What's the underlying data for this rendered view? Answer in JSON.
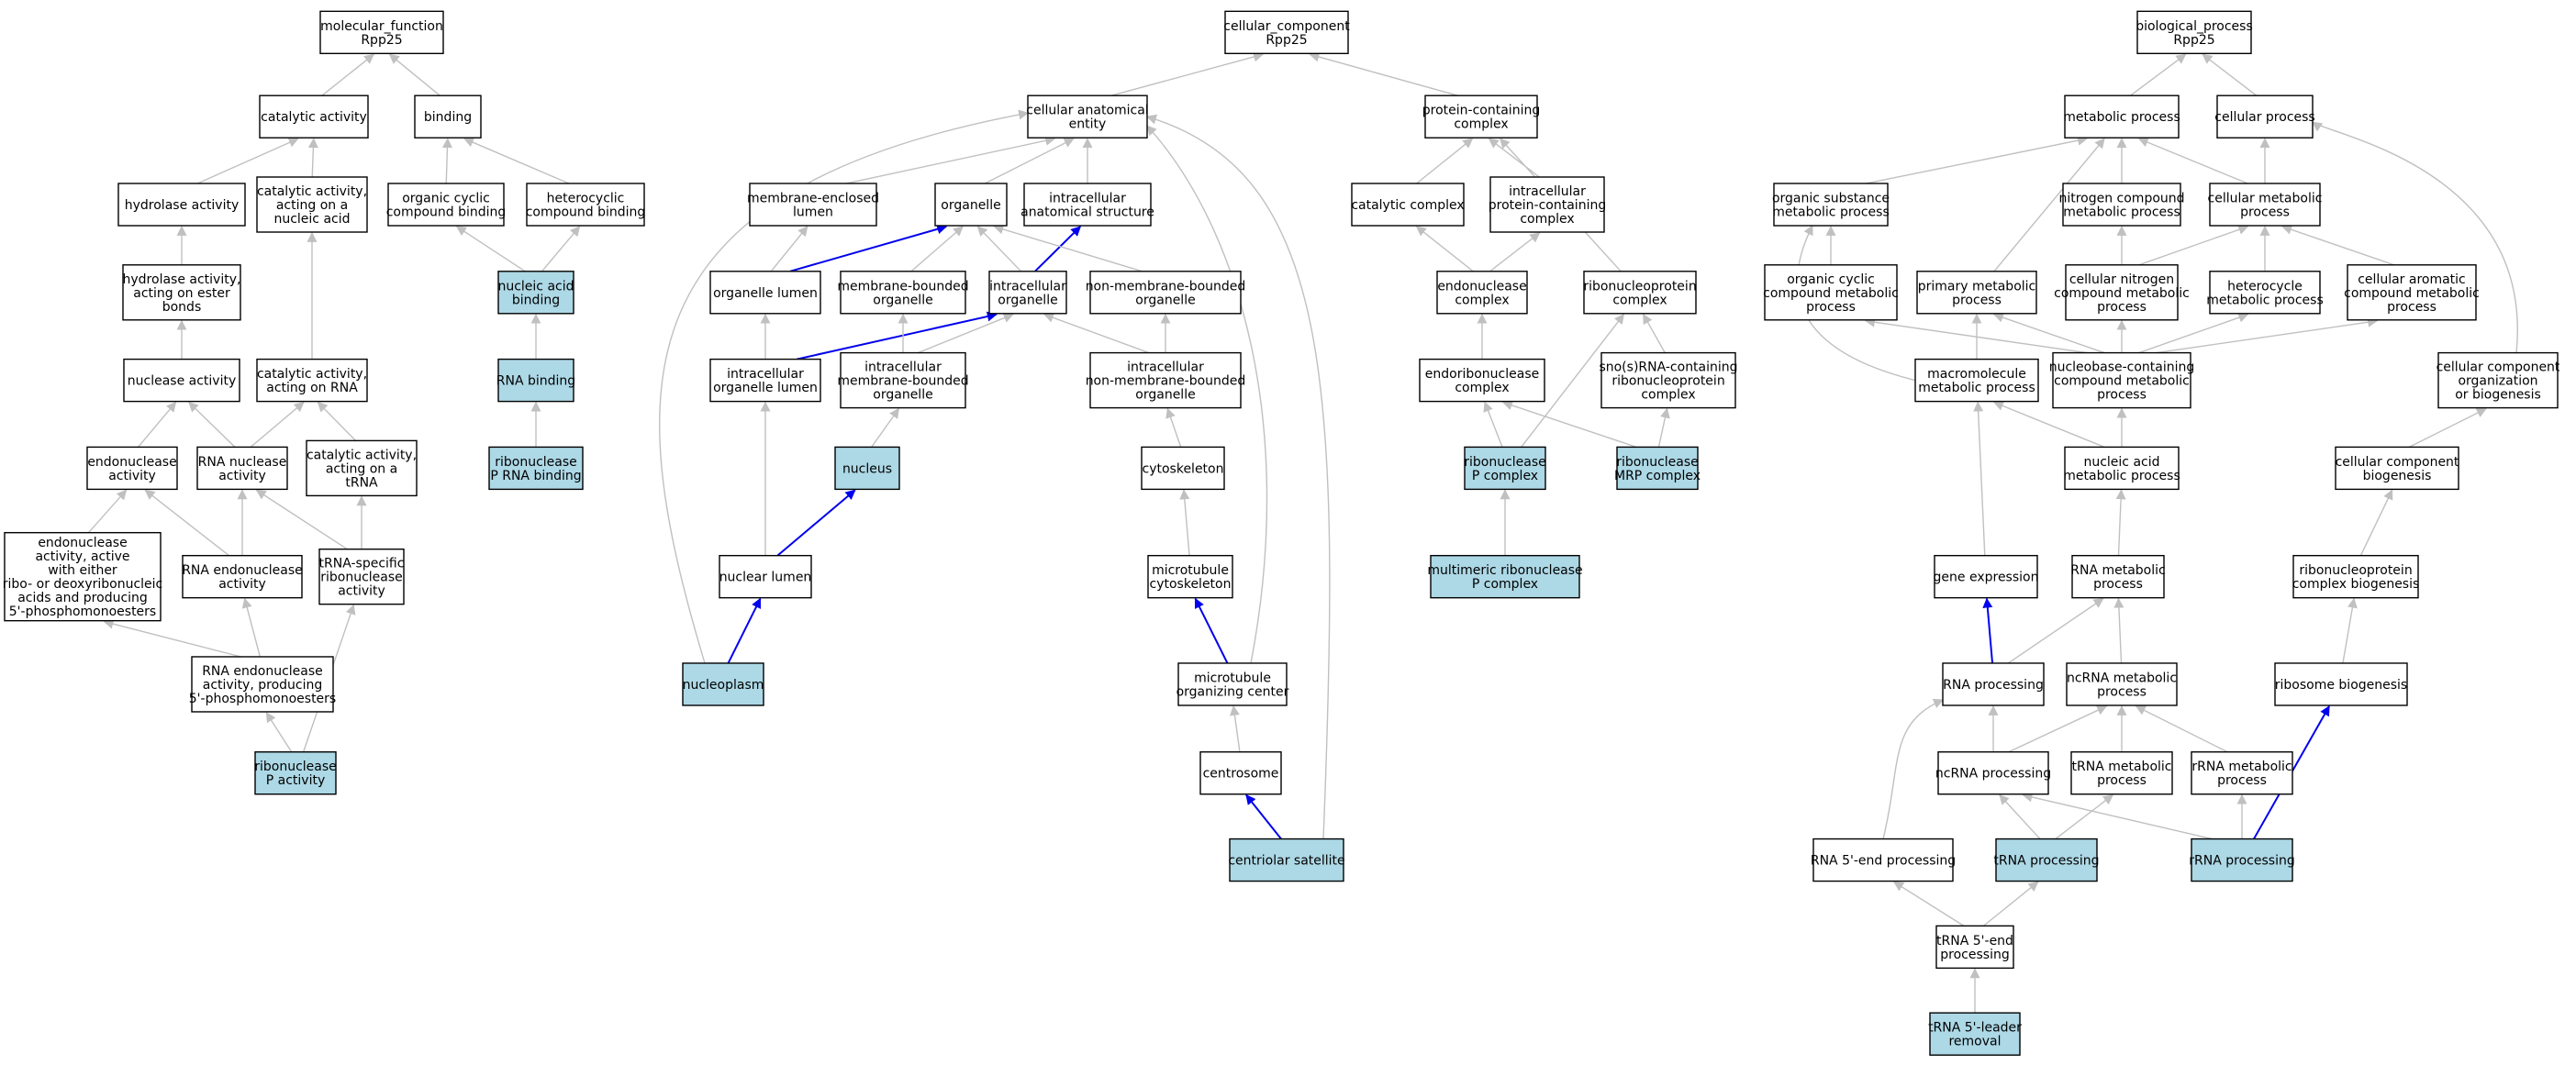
{
  "colors": {
    "node_fill": "#ffffff",
    "highlight_fill": "#add8e6",
    "edge_gray": "#c0c0c0",
    "edge_blue": "#0000ee",
    "node_border": "#000000"
  },
  "nodes": [
    {
      "id": "mf_root",
      "lines": [
        "molecular_function",
        "Rpp25"
      ]
    },
    {
      "id": "catalytic",
      "lines": [
        "catalytic activity"
      ]
    },
    {
      "id": "binding",
      "lines": [
        "binding"
      ]
    },
    {
      "id": "hydrolase",
      "lines": [
        "hydrolase activity"
      ]
    },
    {
      "id": "cat_nucleic",
      "lines": [
        "catalytic activity,",
        "acting on a",
        "nucleic acid"
      ]
    },
    {
      "id": "organic_cyclic_binding",
      "lines": [
        "organic cyclic",
        "compound binding"
      ]
    },
    {
      "id": "heterocyclic_binding",
      "lines": [
        "heterocyclic",
        "compound binding"
      ]
    },
    {
      "id": "hydrolase_ester",
      "lines": [
        "hydrolase activity,",
        "acting on ester",
        "bonds"
      ]
    },
    {
      "id": "nucleic_acid_binding",
      "lines": [
        "nucleic acid",
        "binding"
      ],
      "hl": true
    },
    {
      "id": "nuclease",
      "lines": [
        "nuclease activity"
      ]
    },
    {
      "id": "cat_rna",
      "lines": [
        "catalytic activity,",
        "acting on RNA"
      ]
    },
    {
      "id": "rna_binding",
      "lines": [
        "RNA binding"
      ],
      "hl": true
    },
    {
      "id": "endonuclease",
      "lines": [
        "endonuclease",
        "activity"
      ]
    },
    {
      "id": "rna_nuclease",
      "lines": [
        "RNA nuclease",
        "activity"
      ]
    },
    {
      "id": "cat_trna",
      "lines": [
        "catalytic activity,",
        "acting on a",
        "tRNA"
      ]
    },
    {
      "id": "rnasep_rna_binding",
      "lines": [
        "ribonuclease",
        "P RNA binding"
      ],
      "hl": true
    },
    {
      "id": "endo_either",
      "lines": [
        "endonuclease",
        "activity, active",
        "with either",
        "ribo- or deoxyribonucleic",
        "acids and producing",
        "5'-phosphomonoesters"
      ]
    },
    {
      "id": "rna_endonuclease",
      "lines": [
        "RNA endonuclease",
        "activity"
      ]
    },
    {
      "id": "trna_specific",
      "lines": [
        "tRNA-specific",
        "ribonuclease",
        "activity"
      ]
    },
    {
      "id": "rna_endo_5p",
      "lines": [
        "RNA endonuclease",
        "activity, producing",
        "5'-phosphomonoesters"
      ]
    },
    {
      "id": "rnasep_activity",
      "lines": [
        "ribonuclease",
        "P activity"
      ],
      "hl": true
    },
    {
      "id": "cc_root",
      "lines": [
        "cellular_component",
        "Rpp25"
      ]
    },
    {
      "id": "cae",
      "lines": [
        "cellular anatomical",
        "entity"
      ]
    },
    {
      "id": "protein_complex",
      "lines": [
        "protein-containing",
        "complex"
      ]
    },
    {
      "id": "mem_lumen",
      "lines": [
        "membrane-enclosed",
        "lumen"
      ]
    },
    {
      "id": "organelle",
      "lines": [
        "organelle"
      ]
    },
    {
      "id": "intra_anat",
      "lines": [
        "intracellular",
        "anatomical structure"
      ]
    },
    {
      "id": "catalytic_complex",
      "lines": [
        "catalytic complex"
      ]
    },
    {
      "id": "intra_protein_complex",
      "lines": [
        "intracellular",
        "protein-containing",
        "complex"
      ]
    },
    {
      "id": "organelle_lumen",
      "lines": [
        "organelle lumen"
      ]
    },
    {
      "id": "mem_bound_org",
      "lines": [
        "membrane-bounded",
        "organelle"
      ]
    },
    {
      "id": "intra_organelle",
      "lines": [
        "intracellular",
        "organelle"
      ]
    },
    {
      "id": "non_mem_org",
      "lines": [
        "non-membrane-bounded",
        "organelle"
      ]
    },
    {
      "id": "endonuclease_complex",
      "lines": [
        "endonuclease",
        "complex"
      ]
    },
    {
      "id": "rnp_complex",
      "lines": [
        "ribonucleoprotein",
        "complex"
      ]
    },
    {
      "id": "intra_org_lumen",
      "lines": [
        "intracellular",
        "organelle lumen"
      ]
    },
    {
      "id": "intra_mem_org",
      "lines": [
        "intracellular",
        "membrane-bounded",
        "organelle"
      ]
    },
    {
      "id": "intra_non_mem_org",
      "lines": [
        "intracellular",
        "non-membrane-bounded",
        "organelle"
      ]
    },
    {
      "id": "endoribonuclease_complex",
      "lines": [
        "endoribonuclease",
        "complex"
      ]
    },
    {
      "id": "snosrna_complex",
      "lines": [
        "sno(s)RNA-containing",
        "ribonucleoprotein",
        "complex"
      ]
    },
    {
      "id": "nucleus",
      "lines": [
        "nucleus"
      ],
      "hl": true
    },
    {
      "id": "cytoskeleton",
      "lines": [
        "cytoskeleton"
      ]
    },
    {
      "id": "rnasep_complex",
      "lines": [
        "ribonuclease",
        "P complex"
      ],
      "hl": true
    },
    {
      "id": "mrp_complex",
      "lines": [
        "ribonuclease",
        "MRP complex"
      ],
      "hl": true
    },
    {
      "id": "nuclear_lumen",
      "lines": [
        "nuclear lumen"
      ]
    },
    {
      "id": "mt_cytoskeleton",
      "lines": [
        "microtubule",
        "cytoskeleton"
      ]
    },
    {
      "id": "multimeric_rnasep",
      "lines": [
        "multimeric ribonuclease",
        "P complex"
      ],
      "hl": true
    },
    {
      "id": "nucleoplasm",
      "lines": [
        "nucleoplasm"
      ],
      "hl": true
    },
    {
      "id": "mtoc",
      "lines": [
        "microtubule",
        "organizing center"
      ]
    },
    {
      "id": "centrosome",
      "lines": [
        "centrosome"
      ]
    },
    {
      "id": "centriolar_satellite",
      "lines": [
        "centriolar satellite"
      ],
      "hl": true
    },
    {
      "id": "bp_root",
      "lines": [
        "biological_process",
        "Rpp25"
      ]
    },
    {
      "id": "metabolic",
      "lines": [
        "metabolic process"
      ]
    },
    {
      "id": "cellular_process",
      "lines": [
        "cellular process"
      ]
    },
    {
      "id": "organic_subst",
      "lines": [
        "organic substance",
        "metabolic process"
      ]
    },
    {
      "id": "nitrogen_comp",
      "lines": [
        "nitrogen compound",
        "metabolic process"
      ]
    },
    {
      "id": "cellular_metabolic",
      "lines": [
        "cellular metabolic",
        "process"
      ]
    },
    {
      "id": "organic_cyclic_met",
      "lines": [
        "organic cyclic",
        "compound metabolic",
        "process"
      ]
    },
    {
      "id": "primary_met",
      "lines": [
        "primary metabolic",
        "process"
      ]
    },
    {
      "id": "cell_nitrogen",
      "lines": [
        "cellular nitrogen",
        "compound metabolic",
        "process"
      ]
    },
    {
      "id": "heterocycle_met",
      "lines": [
        "heterocycle",
        "metabolic process"
      ]
    },
    {
      "id": "cell_aromatic",
      "lines": [
        "cellular aromatic",
        "compound metabolic",
        "process"
      ]
    },
    {
      "id": "macromolecule_met",
      "lines": [
        "macromolecule",
        "metabolic process"
      ]
    },
    {
      "id": "nucleobase_met",
      "lines": [
        "nucleobase-containing",
        "compound metabolic",
        "process"
      ]
    },
    {
      "id": "cc_org_biogenesis",
      "lines": [
        "cellular component",
        "organization",
        "or biogenesis"
      ]
    },
    {
      "id": "nucleic_acid_met",
      "lines": [
        "nucleic acid",
        "metabolic process"
      ]
    },
    {
      "id": "cc_biogenesis",
      "lines": [
        "cellular component",
        "biogenesis"
      ]
    },
    {
      "id": "gene_expression",
      "lines": [
        "gene expression"
      ]
    },
    {
      "id": "rna_met",
      "lines": [
        "RNA metabolic",
        "process"
      ]
    },
    {
      "id": "rnp_biogenesis",
      "lines": [
        "ribonucleoprotein",
        "complex biogenesis"
      ]
    },
    {
      "id": "rna_processing",
      "lines": [
        "RNA processing"
      ]
    },
    {
      "id": "ncrna_met",
      "lines": [
        "ncRNA metabolic",
        "process"
      ]
    },
    {
      "id": "ribosome_biogenesis",
      "lines": [
        "ribosome biogenesis"
      ]
    },
    {
      "id": "ncrna_processing",
      "lines": [
        "ncRNA processing"
      ]
    },
    {
      "id": "trna_met",
      "lines": [
        "tRNA metabolic",
        "process"
      ]
    },
    {
      "id": "rrna_met",
      "lines": [
        "rRNA metabolic",
        "process"
      ]
    },
    {
      "id": "rna_5end",
      "lines": [
        "RNA 5'-end processing"
      ]
    },
    {
      "id": "trna_processing",
      "lines": [
        "tRNA processing"
      ],
      "hl": true
    },
    {
      "id": "rrna_processing",
      "lines": [
        "rRNA processing"
      ],
      "hl": true
    },
    {
      "id": "trna_5end",
      "lines": [
        "tRNA 5'-end",
        "processing"
      ]
    },
    {
      "id": "trna_leader",
      "lines": [
        "tRNA 5'-leader",
        "removal"
      ],
      "hl": true
    }
  ],
  "edges": [
    [
      "catalytic",
      "mf_root"
    ],
    [
      "binding",
      "mf_root"
    ],
    [
      "hydrolase",
      "catalytic"
    ],
    [
      "cat_nucleic",
      "catalytic"
    ],
    [
      "organic_cyclic_binding",
      "binding"
    ],
    [
      "heterocyclic_binding",
      "binding"
    ],
    [
      "hydrolase_ester",
      "hydrolase"
    ],
    [
      "cat_rna",
      "cat_nucleic"
    ],
    [
      "nucleic_acid_binding",
      "organic_cyclic_binding"
    ],
    [
      "nucleic_acid_binding",
      "heterocyclic_binding"
    ],
    [
      "nuclease",
      "hydrolase_ester"
    ],
    [
      "rna_binding",
      "nucleic_acid_binding"
    ],
    [
      "rnasep_rna_binding",
      "rna_binding"
    ],
    [
      "endonuclease",
      "nuclease"
    ],
    [
      "rna_nuclease",
      "nuclease"
    ],
    [
      "rna_nuclease",
      "cat_rna"
    ],
    [
      "cat_trna",
      "cat_rna"
    ],
    [
      "endo_either",
      "endonuclease"
    ],
    [
      "rna_endonuclease",
      "endonuclease"
    ],
    [
      "rna_endonuclease",
      "rna_nuclease"
    ],
    [
      "trna_specific",
      "rna_nuclease"
    ],
    [
      "trna_specific",
      "cat_trna"
    ],
    [
      "rna_endo_5p",
      "endo_either"
    ],
    [
      "rna_endo_5p",
      "rna_endonuclease"
    ],
    [
      "rnasep_activity",
      "rna_endo_5p"
    ],
    [
      "rnasep_activity",
      "trna_specific"
    ],
    [
      "cae",
      "cc_root"
    ],
    [
      "protein_complex",
      "cc_root"
    ],
    [
      "mem_lumen",
      "cae"
    ],
    [
      "organelle",
      "cae"
    ],
    [
      "intra_anat",
      "cae"
    ],
    [
      "catalytic_complex",
      "protein_complex"
    ],
    [
      "intra_protein_complex",
      "protein_complex"
    ],
    [
      "organelle_lumen",
      "mem_lumen"
    ],
    [
      "mem_bound_org",
      "organelle"
    ],
    [
      "intra_organelle",
      "organelle"
    ],
    [
      "intra_organelle",
      "intra_anat",
      "blue"
    ],
    [
      "non_mem_org",
      "organelle"
    ],
    [
      "organelle_lumen",
      "organelle",
      "blue"
    ],
    [
      "endonuclease_complex",
      "catalytic_complex"
    ],
    [
      "endonuclease_complex",
      "intra_protein_complex"
    ],
    [
      "rnp_complex",
      "protein_complex"
    ],
    [
      "intra_org_lumen",
      "organelle_lumen"
    ],
    [
      "intra_org_lumen",
      "intra_organelle",
      "blue"
    ],
    [
      "intra_mem_org",
      "mem_bound_org"
    ],
    [
      "intra_mem_org",
      "intra_organelle"
    ],
    [
      "intra_non_mem_org",
      "non_mem_org"
    ],
    [
      "intra_non_mem_org",
      "intra_organelle"
    ],
    [
      "endoribonuclease_complex",
      "endonuclease_complex"
    ],
    [
      "snosrna_complex",
      "rnp_complex"
    ],
    [
      "nucleus",
      "intra_mem_org"
    ],
    [
      "cytoskeleton",
      "intra_non_mem_org"
    ],
    [
      "rnasep_complex",
      "endoribonuclease_complex"
    ],
    [
      "rnasep_complex",
      "rnp_complex"
    ],
    [
      "mrp_complex",
      "endoribonuclease_complex"
    ],
    [
      "mrp_complex",
      "snosrna_complex"
    ],
    [
      "nuclear_lumen",
      "intra_org_lumen"
    ],
    [
      "nuclear_lumen",
      "nucleus",
      "blue"
    ],
    [
      "mt_cytoskeleton",
      "cytoskeleton"
    ],
    [
      "multimeric_rnasep",
      "rnasep_complex"
    ],
    [
      "nucleoplasm",
      "nuclear_lumen",
      "blue"
    ],
    [
      "nucleoplasm",
      "cae",
      "curve_left"
    ],
    [
      "mtoc",
      "mt_cytoskeleton",
      "blue"
    ],
    [
      "mtoc",
      "cae",
      "curve_mid"
    ],
    [
      "centrosome",
      "mtoc"
    ],
    [
      "centriolar_satellite",
      "centrosome",
      "blue"
    ],
    [
      "centriolar_satellite",
      "cae",
      "curve_right"
    ],
    [
      "metabolic",
      "bp_root"
    ],
    [
      "cellular_process",
      "bp_root"
    ],
    [
      "organic_subst",
      "metabolic"
    ],
    [
      "nitrogen_comp",
      "metabolic"
    ],
    [
      "cellular_metabolic",
      "metabolic"
    ],
    [
      "cellular_metabolic",
      "cellular_process"
    ],
    [
      "organic_cyclic_met",
      "organic_subst"
    ],
    [
      "primary_met",
      "metabolic"
    ],
    [
      "cell_nitrogen",
      "nitrogen_comp"
    ],
    [
      "cell_nitrogen",
      "cellular_metabolic"
    ],
    [
      "heterocycle_met",
      "cellular_metabolic"
    ],
    [
      "cell_aromatic",
      "cellular_metabolic"
    ],
    [
      "macromolecule_met",
      "organic_subst",
      "curve_bp"
    ],
    [
      "macromolecule_met",
      "primary_met"
    ],
    [
      "nucleobase_met",
      "organic_cyclic_met"
    ],
    [
      "nucleobase_met",
      "primary_met"
    ],
    [
      "nucleobase_met",
      "cell_nitrogen"
    ],
    [
      "nucleobase_met",
      "heterocycle_met"
    ],
    [
      "nucleobase_met",
      "cell_aromatic"
    ],
    [
      "cc_org_biogenesis",
      "cellular_process",
      "curve_bp2"
    ],
    [
      "nucleic_acid_met",
      "macromolecule_met"
    ],
    [
      "nucleic_acid_met",
      "nucleobase_met"
    ],
    [
      "cc_biogenesis",
      "cc_org_biogenesis"
    ],
    [
      "gene_expression",
      "macromolecule_met"
    ],
    [
      "rna_met",
      "nucleic_acid_met"
    ],
    [
      "rnp_biogenesis",
      "cc_biogenesis"
    ],
    [
      "rna_processing",
      "gene_expression",
      "blue"
    ],
    [
      "rna_processing",
      "rna_met"
    ],
    [
      "ncrna_met",
      "rna_met"
    ],
    [
      "ribosome_biogenesis",
      "rnp_biogenesis"
    ],
    [
      "ncrna_processing",
      "rna_processing"
    ],
    [
      "ncrna_processing",
      "ncrna_met"
    ],
    [
      "trna_met",
      "ncrna_met"
    ],
    [
      "rrna_met",
      "ncrna_met"
    ],
    [
      "rna_5end",
      "rna_processing",
      "curve_5end"
    ],
    [
      "trna_processing",
      "ncrna_processing"
    ],
    [
      "trna_processing",
      "trna_met"
    ],
    [
      "rrna_processing",
      "ncrna_processing"
    ],
    [
      "rrna_processing",
      "rrna_met"
    ],
    [
      "rrna_processing",
      "ribosome_biogenesis",
      "blue"
    ],
    [
      "trna_5end",
      "rna_5end"
    ],
    [
      "trna_5end",
      "trna_processing"
    ],
    [
      "trna_leader",
      "trna_5end"
    ]
  ]
}
